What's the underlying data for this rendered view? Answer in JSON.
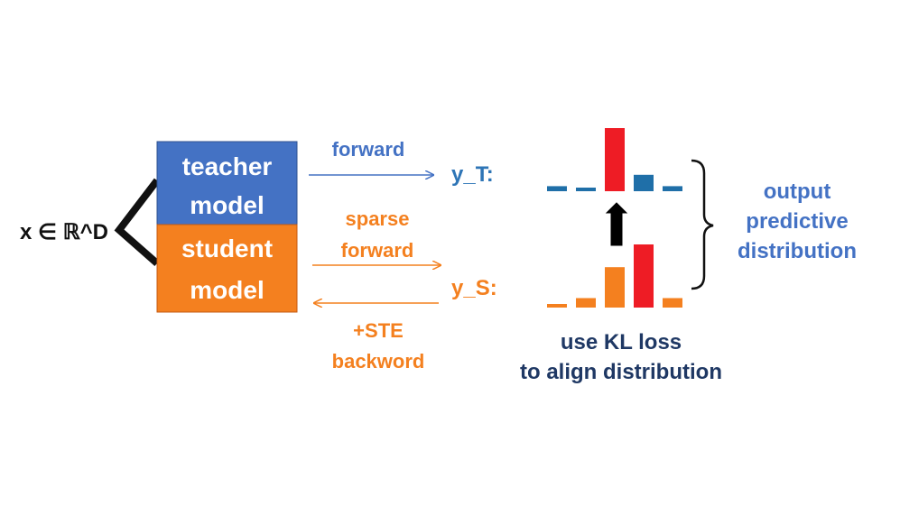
{
  "input_label": "x ∈ ℝ^D",
  "teacher": {
    "line1": "teacher",
    "line2": "model",
    "fill": "#4472C4"
  },
  "student": {
    "line1": "student",
    "line2": "model",
    "fill": "#F4801F"
  },
  "arrows": {
    "forward": "forward",
    "sparse_line1": "sparse",
    "sparse_line2": "forward",
    "ste_line1": "+STE",
    "ste_line2": "backword"
  },
  "outputs": {
    "teacher_output": "y_T:",
    "student_output": "y_S:"
  },
  "distributions": {
    "teacher_bars": [
      {
        "color": "#1F6FA8",
        "level": 0.08
      },
      {
        "color": "#1F6FA8",
        "level": 0.03
      },
      {
        "color": "#EE1C25",
        "level": 1.0
      },
      {
        "color": "#1F6FA8",
        "level": 0.26
      },
      {
        "color": "#1F6FA8",
        "level": 0.08
      }
    ],
    "student_bars": [
      {
        "color": "#F4801F",
        "level": 0.02
      },
      {
        "color": "#F4801F",
        "level": 0.15
      },
      {
        "color": "#F4801F",
        "level": 0.64
      },
      {
        "color": "#EE1C25",
        "level": 1.0
      },
      {
        "color": "#F4801F",
        "level": 0.15
      }
    ]
  },
  "right_label": {
    "line1": "output",
    "line2": "predictive",
    "line3": "distribution"
  },
  "kl_caption": {
    "line1": "use KL loss",
    "line2": "to align distribution"
  },
  "colors": {
    "blue_text": "#4472C4",
    "orange_text": "#F4801F",
    "navy_text": "#1F3864",
    "teal_text": "#2E75B6"
  }
}
